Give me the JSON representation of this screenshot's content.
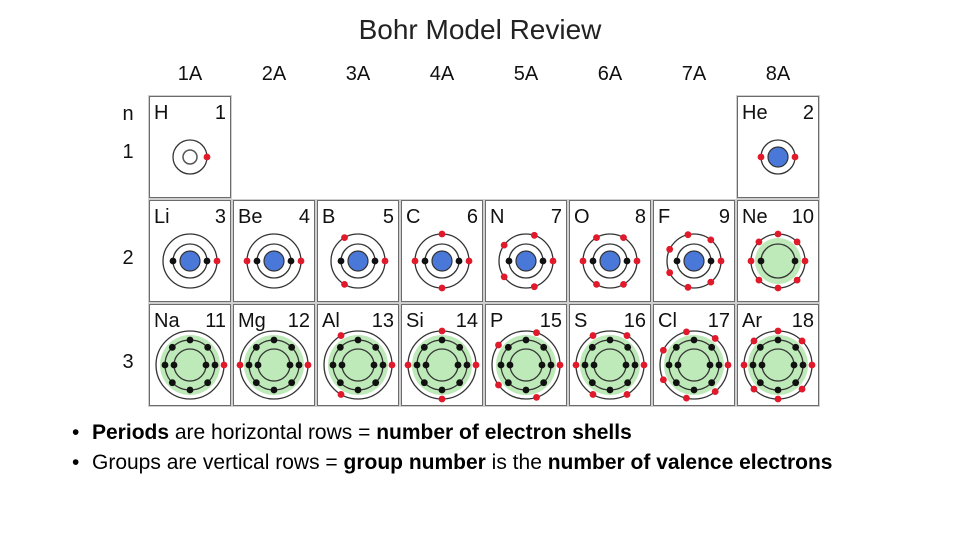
{
  "slide": {
    "title": "Bohr Model Review"
  },
  "colors": {
    "electron": "#e0192b",
    "inner_electron": "#111111",
    "nucleus_blue": "#4a78d8",
    "nucleus_green": "#bdeab8",
    "cell_border": "#6b6b6b",
    "grid_bg": "#cfcfcf"
  },
  "table": {
    "period_label": "n",
    "groups": [
      "1A",
      "2A",
      "3A",
      "4A",
      "5A",
      "6A",
      "7A",
      "8A"
    ],
    "periods": [
      "1",
      "2",
      "3"
    ],
    "elements": [
      {
        "symbol": "H",
        "number": "1",
        "period": 1,
        "group": 1,
        "shells": [
          1
        ],
        "nucleus": "hollow"
      },
      {
        "symbol": "He",
        "number": "2",
        "period": 1,
        "group": 8,
        "shells": [
          2
        ],
        "nucleus": "blue"
      },
      {
        "symbol": "Li",
        "number": "3",
        "period": 2,
        "group": 1,
        "shells": [
          2,
          1
        ],
        "nucleus": "blue"
      },
      {
        "symbol": "Be",
        "number": "4",
        "period": 2,
        "group": 2,
        "shells": [
          2,
          2
        ],
        "nucleus": "blue"
      },
      {
        "symbol": "B",
        "number": "5",
        "period": 2,
        "group": 3,
        "shells": [
          2,
          3
        ],
        "nucleus": "blue"
      },
      {
        "symbol": "C",
        "number": "6",
        "period": 2,
        "group": 4,
        "shells": [
          2,
          4
        ],
        "nucleus": "blue"
      },
      {
        "symbol": "N",
        "number": "7",
        "period": 2,
        "group": 5,
        "shells": [
          2,
          5
        ],
        "nucleus": "blue"
      },
      {
        "symbol": "O",
        "number": "8",
        "period": 2,
        "group": 6,
        "shells": [
          2,
          6
        ],
        "nucleus": "blue"
      },
      {
        "symbol": "F",
        "number": "9",
        "period": 2,
        "group": 7,
        "shells": [
          2,
          7
        ],
        "nucleus": "blue"
      },
      {
        "symbol": "Ne",
        "number": "10",
        "period": 2,
        "group": 8,
        "shells": [
          2,
          8
        ],
        "nucleus": "green"
      },
      {
        "symbol": "Na",
        "number": "11",
        "period": 3,
        "group": 1,
        "shells": [
          2,
          8,
          1
        ],
        "nucleus": "green"
      },
      {
        "symbol": "Mg",
        "number": "12",
        "period": 3,
        "group": 2,
        "shells": [
          2,
          8,
          2
        ],
        "nucleus": "green"
      },
      {
        "symbol": "Al",
        "number": "13",
        "period": 3,
        "group": 3,
        "shells": [
          2,
          8,
          3
        ],
        "nucleus": "green"
      },
      {
        "symbol": "Si",
        "number": "14",
        "period": 3,
        "group": 4,
        "shells": [
          2,
          8,
          4
        ],
        "nucleus": "green"
      },
      {
        "symbol": "P",
        "number": "15",
        "period": 3,
        "group": 5,
        "shells": [
          2,
          8,
          5
        ],
        "nucleus": "green"
      },
      {
        "symbol": "S",
        "number": "16",
        "period": 3,
        "group": 6,
        "shells": [
          2,
          8,
          6
        ],
        "nucleus": "green"
      },
      {
        "symbol": "Cl",
        "number": "17",
        "period": 3,
        "group": 7,
        "shells": [
          2,
          8,
          7
        ],
        "nucleus": "green"
      },
      {
        "symbol": "Ar",
        "number": "18",
        "period": 3,
        "group": 8,
        "shells": [
          2,
          8,
          8
        ],
        "nucleus": "green"
      }
    ]
  },
  "bullets": [
    {
      "segments": [
        {
          "text": "Periods",
          "bold": true
        },
        {
          "text": " are horizontal rows = ",
          "bold": false
        },
        {
          "text": "number of electron shells",
          "bold": true
        }
      ]
    },
    {
      "segments": [
        {
          "text": "Groups are vertical rows = ",
          "bold": false
        },
        {
          "text": "group number",
          "bold": true
        },
        {
          "text": " is the ",
          "bold": false
        },
        {
          "text": "number of valence electrons",
          "bold": true
        }
      ]
    }
  ]
}
